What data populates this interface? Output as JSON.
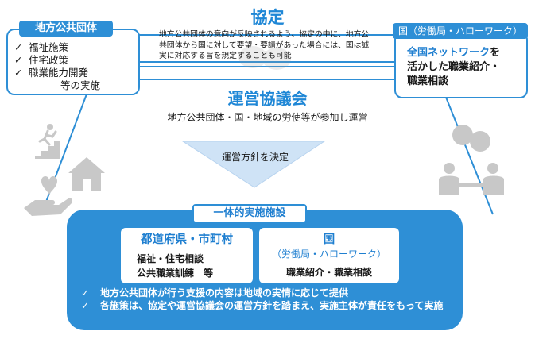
{
  "agreement": {
    "title": "協定",
    "description": "地方公共団体の意向が反映されるよう、協定の中に、地方公共団体から国に対して要望・要請があった場合には、国は誠実に対応する旨を規定することも可能"
  },
  "local_government": {
    "title": "地方公共団体",
    "items": [
      "福祉施策",
      "住宅政策",
      "職業能力開発",
      "等の実施"
    ]
  },
  "national": {
    "title": "国（労働局・ハローワーク）",
    "text_highlight": "全国ネットワーク",
    "text_rest_1": "を",
    "text_line2": "活かした職業紹介・",
    "text_line3": "職業相談"
  },
  "council": {
    "title": "運営協議会",
    "subtitle": "地方公共団体・国・地域の労使等が参加し運営"
  },
  "policy_arrow": {
    "label": "運営方針を決定"
  },
  "implementation": {
    "title": "一体的実施施設",
    "prefecture": {
      "title": "都道府県・市町村",
      "line1": "福祉・住宅相談",
      "line2": "公共職業訓練　等"
    },
    "national": {
      "title": "国",
      "subtitle": "（労働局・ハローワーク）",
      "line1": "職業紹介・職業相談"
    },
    "notes": [
      "地方公共団体が行う支援の内容は地域の実情に応じて提供",
      "各施策は、協定や運営協議会の運営方針を踏まえ、実施主体が責任をもって実施"
    ]
  },
  "colors": {
    "accent": "#2e8fd6",
    "accent_text": "#1f87d6",
    "icon_gray": "#c8c8c8"
  },
  "icons": [
    "checkmark-icon",
    "stairs-runner-icon",
    "house-icon",
    "hand-heart-icon",
    "consultation-icon",
    "handshake-watermark-icon",
    "down-arrow"
  ]
}
